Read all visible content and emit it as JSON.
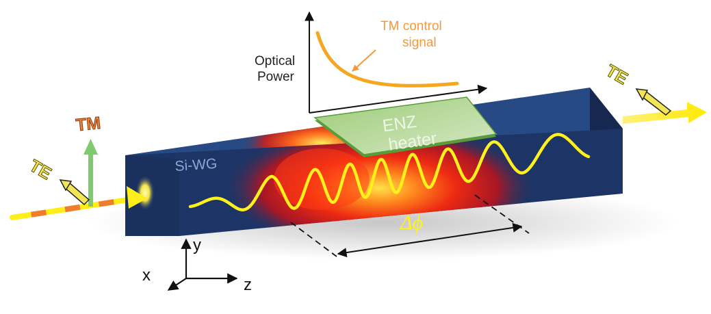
{
  "colors": {
    "waveguide_front": "#1c3566",
    "waveguide_top": "#274a84",
    "waveguide_side": "#15284f",
    "heat_core": "#ffd23a",
    "heat_mid": "#f23a14",
    "heat_outer": "#b8141e",
    "optical_wave": "#fff21a",
    "heater": "#8cc269",
    "heater_edge": "#5a9b3c",
    "te_arrow": "#ffee1a",
    "tm_arrow": "#7fca6e",
    "tm_control": "#f5a623",
    "tm_label_fill": "#e8843c",
    "te_label_fill": "#f2e655"
  },
  "labels": {
    "graph_ylabel_line1": "Optical",
    "graph_ylabel_line2": "Power",
    "tm_control_line1": "TM control",
    "tm_control_line2": "signal",
    "heater_line1": "ENZ",
    "heater_line2": "heater",
    "waveguide": "Si-WG",
    "tm_in": "TM",
    "te_in": "TE",
    "te_out": "TE",
    "phase_shift": "Δϕ",
    "axis_x": "x",
    "axis_y": "y",
    "axis_z": "z"
  },
  "icons": {
    "tm_arrow": "up-arrow",
    "te_arrow": "right-arrow"
  }
}
